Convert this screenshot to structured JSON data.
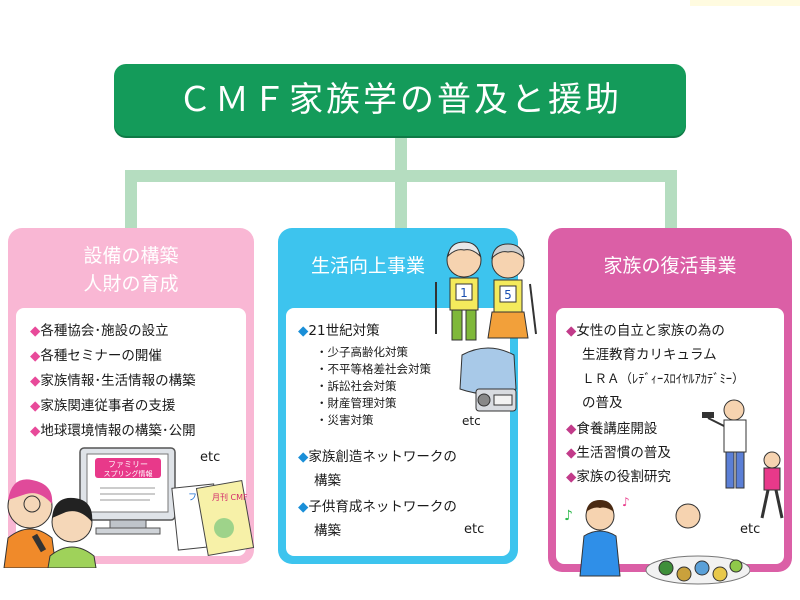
{
  "title": "ＣＭＦ家族学の普及と援助",
  "left_panel": {
    "header_line1": "設備の構築",
    "header_line2": "人財の育成",
    "items": [
      "各種協会･施設の設立",
      "各種セミナーの開催",
      "家族情報･生活情報の構築",
      "家族関連従事者の支援",
      "地球環境情報の構築･公開"
    ],
    "etc": "etc",
    "illustration_texts": {
      "monitor_title": "ファミリー スプリング情報",
      "book1": "ファミ",
      "book2": "月刊 CMF"
    }
  },
  "middle_panel": {
    "header": "生活向上事業",
    "item1": "21世紀対策",
    "sub_items": [
      "・少子高齢化対策",
      "・不平等格差社会対策",
      "・訴訟社会対策",
      "・財産管理対策",
      "・災害対策"
    ],
    "sub_etc": "etc",
    "item2_line1": "家族創造ネットワークの",
    "item2_line2": "構築",
    "item3_line1": "子供育成ネットワークの",
    "item3_line2": "構築",
    "etc": "etc",
    "illustration_texts": {
      "bib1": "1",
      "bib2": "5"
    }
  },
  "right_panel": {
    "header": "家族の復活事業",
    "item1_line1": "女性の自立と家族の為の",
    "item1_line2": "生涯教育カリキュラム",
    "item1_line3": "ＬＲＡ（ﾚﾃﾞｨｰｽﾛｲﾔﾙｱｶﾃﾞﾐｰ）",
    "item1_line4": "の普及",
    "items": [
      "食養講座開設",
      "生活習慣の普及",
      "家族の役割研究"
    ],
    "etc": "etc"
  },
  "bullet": "◆",
  "colors": {
    "title_bg": "#149b5a",
    "connector": "#b5ddc0",
    "left_panel": "#f9b7d4",
    "middle_panel": "#3dc4ee",
    "right_panel": "#db5fa6"
  }
}
